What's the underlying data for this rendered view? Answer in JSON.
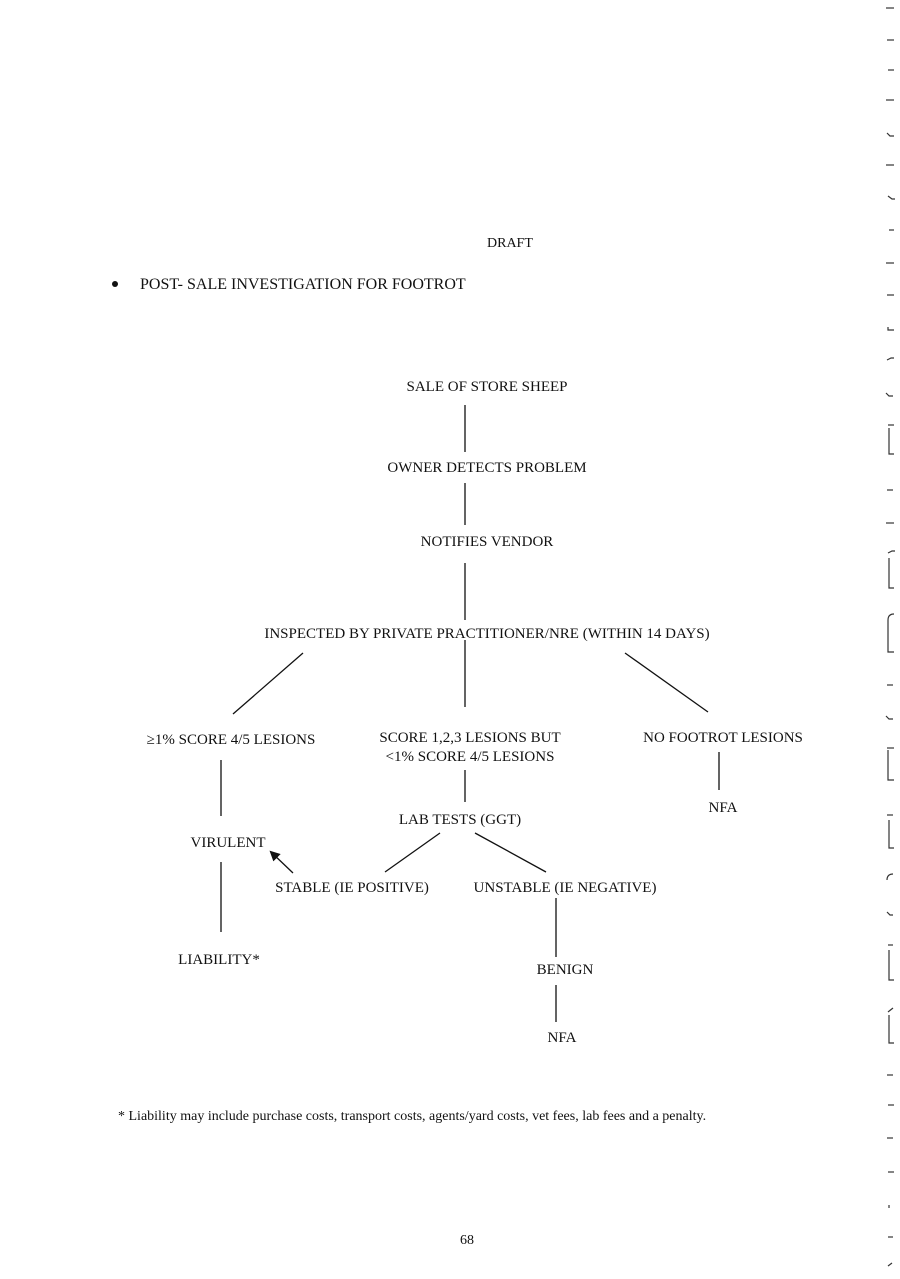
{
  "header": {
    "draft": "DRAFT"
  },
  "heading": {
    "bullet_text": "POST- SALE INVESTIGATION FOR FOOTROT"
  },
  "flowchart": {
    "sale": "SALE OF STORE SHEEP",
    "owner": "OWNER DETECTS PROBLEM",
    "notifies": "NOTIFIES VENDOR",
    "inspected": "INSPECTED BY PRIVATE PRACTITIONER/NRE (WITHIN 14 DAYS)",
    "left_branch": "≥1% SCORE 4/5 LESIONS",
    "middle_branch_line1": "SCORE 1,2,3 LESIONS BUT",
    "middle_branch_line2": "<1% SCORE 4/5 LESIONS",
    "right_branch": "NO FOOTROT LESIONS",
    "nfa_right": "NFA",
    "lab_tests": "LAB TESTS (GGT)",
    "virulent": "VIRULENT",
    "stable": "STABLE (IE POSITIVE)",
    "unstable": "UNSTABLE (IE NEGATIVE)",
    "liability": "LIABILITY*",
    "benign": "BENIGN",
    "nfa_bottom": "NFA"
  },
  "footnote": "* Liability may include purchase costs, transport costs, agents/yard costs, vet fees, lab fees and a penalty.",
  "page_number": "68"
}
